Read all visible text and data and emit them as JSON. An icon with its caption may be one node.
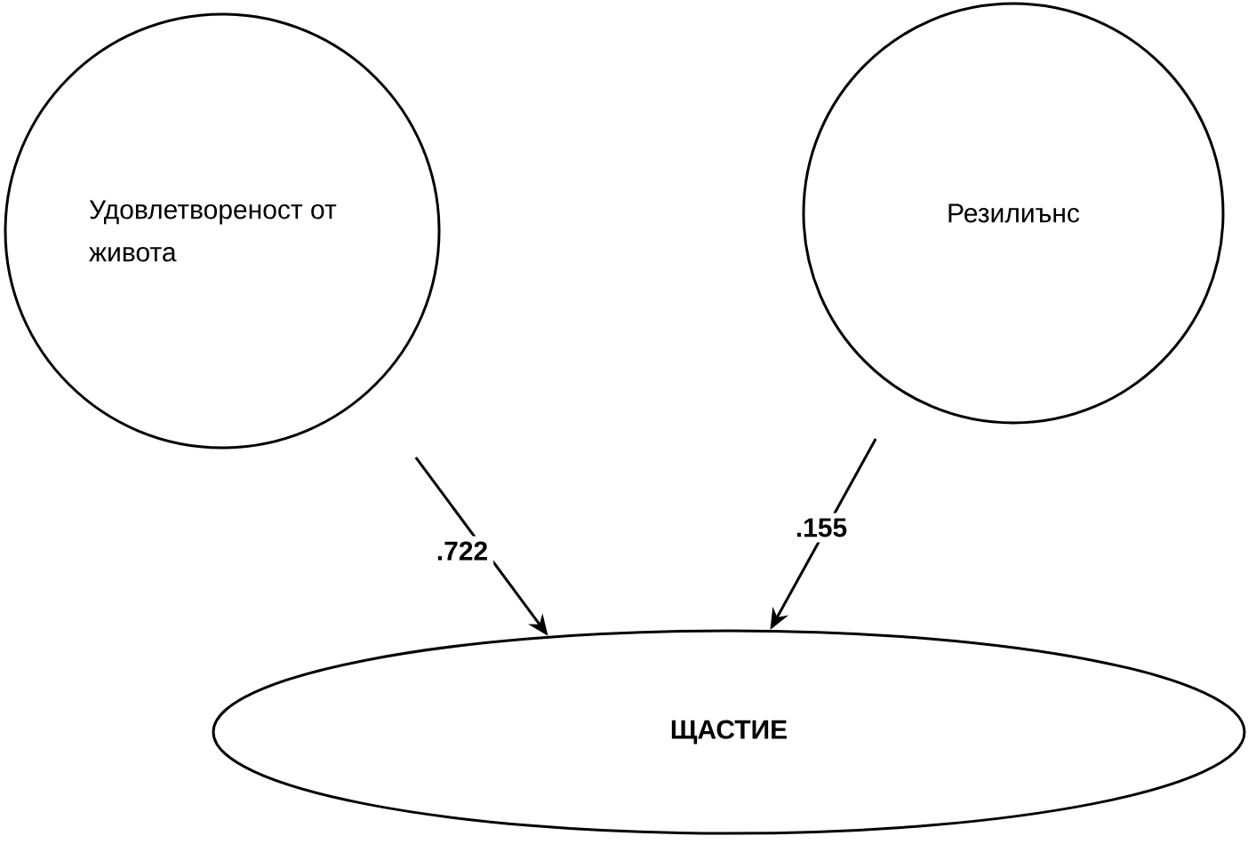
{
  "diagram": {
    "nodes": [
      {
        "text": [
          "Удовлетвореност от живота"
        ]
      },
      {
        "text": [
          "Резилиънс"
        ]
      },
      {
        "text": [
          "ЩАСТИЕ"
        ]
      }
    ],
    "edges": [
      {
        "from": 0,
        "to": 2,
        "arrow": "to",
        "label": ".722"
      },
      {
        "from": 1,
        "to": 2,
        "arrow": "to",
        "label": ".155"
      }
    ]
  }
}
